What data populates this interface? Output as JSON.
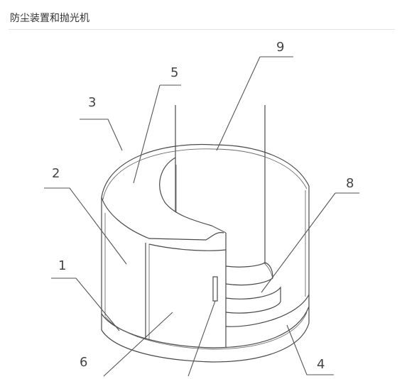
{
  "page": {
    "title": "防尘装置和抛光机"
  },
  "diagram": {
    "callouts": [
      {
        "id": "1",
        "text": "1"
      },
      {
        "id": "2",
        "text": "2"
      },
      {
        "id": "3",
        "text": "3"
      },
      {
        "id": "4",
        "text": "4"
      },
      {
        "id": "5",
        "text": "5"
      },
      {
        "id": "6",
        "text": "6"
      },
      {
        "id": "8",
        "text": "8"
      },
      {
        "id": "9",
        "text": "9"
      }
    ]
  }
}
